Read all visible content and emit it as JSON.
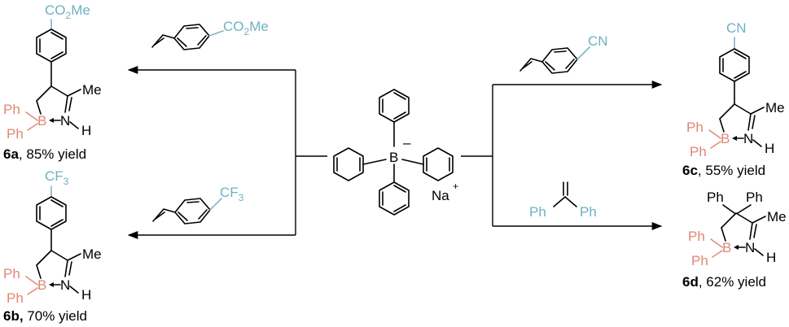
{
  "colors": {
    "substituent": "#6fb0c2",
    "boron_group": "#e08675",
    "text": "#000000"
  },
  "reagent": {
    "counter_ion": "Na",
    "charge_plus": "+",
    "charge_minus": "–",
    "boron": "B"
  },
  "alkenes": {
    "a": {
      "group": "CO",
      "sub": "2",
      "group2": "Me"
    },
    "b": {
      "group": "CF",
      "sub": "3"
    },
    "c": {
      "group": "CN"
    },
    "d": {
      "ph1": "Ph",
      "ph2": "Ph"
    }
  },
  "products": {
    "common": {
      "ph": "Ph",
      "b": "B",
      "n": "N",
      "h": "H",
      "me": "Me"
    },
    "a": {
      "substituent": "CO",
      "sub": "2",
      "substituent2": "Me",
      "label": "6a",
      "yield": ", 85% yield"
    },
    "b": {
      "substituent": "CF",
      "sub": "3",
      "label": "6b,",
      "yield": " 70% yield"
    },
    "c": {
      "substituent": "CN",
      "label": "6c",
      "yield": ", 55% yield"
    },
    "d": {
      "ph1": "Ph",
      "ph2": "Ph",
      "label": "6d",
      "yield": ", 62% yield"
    }
  }
}
